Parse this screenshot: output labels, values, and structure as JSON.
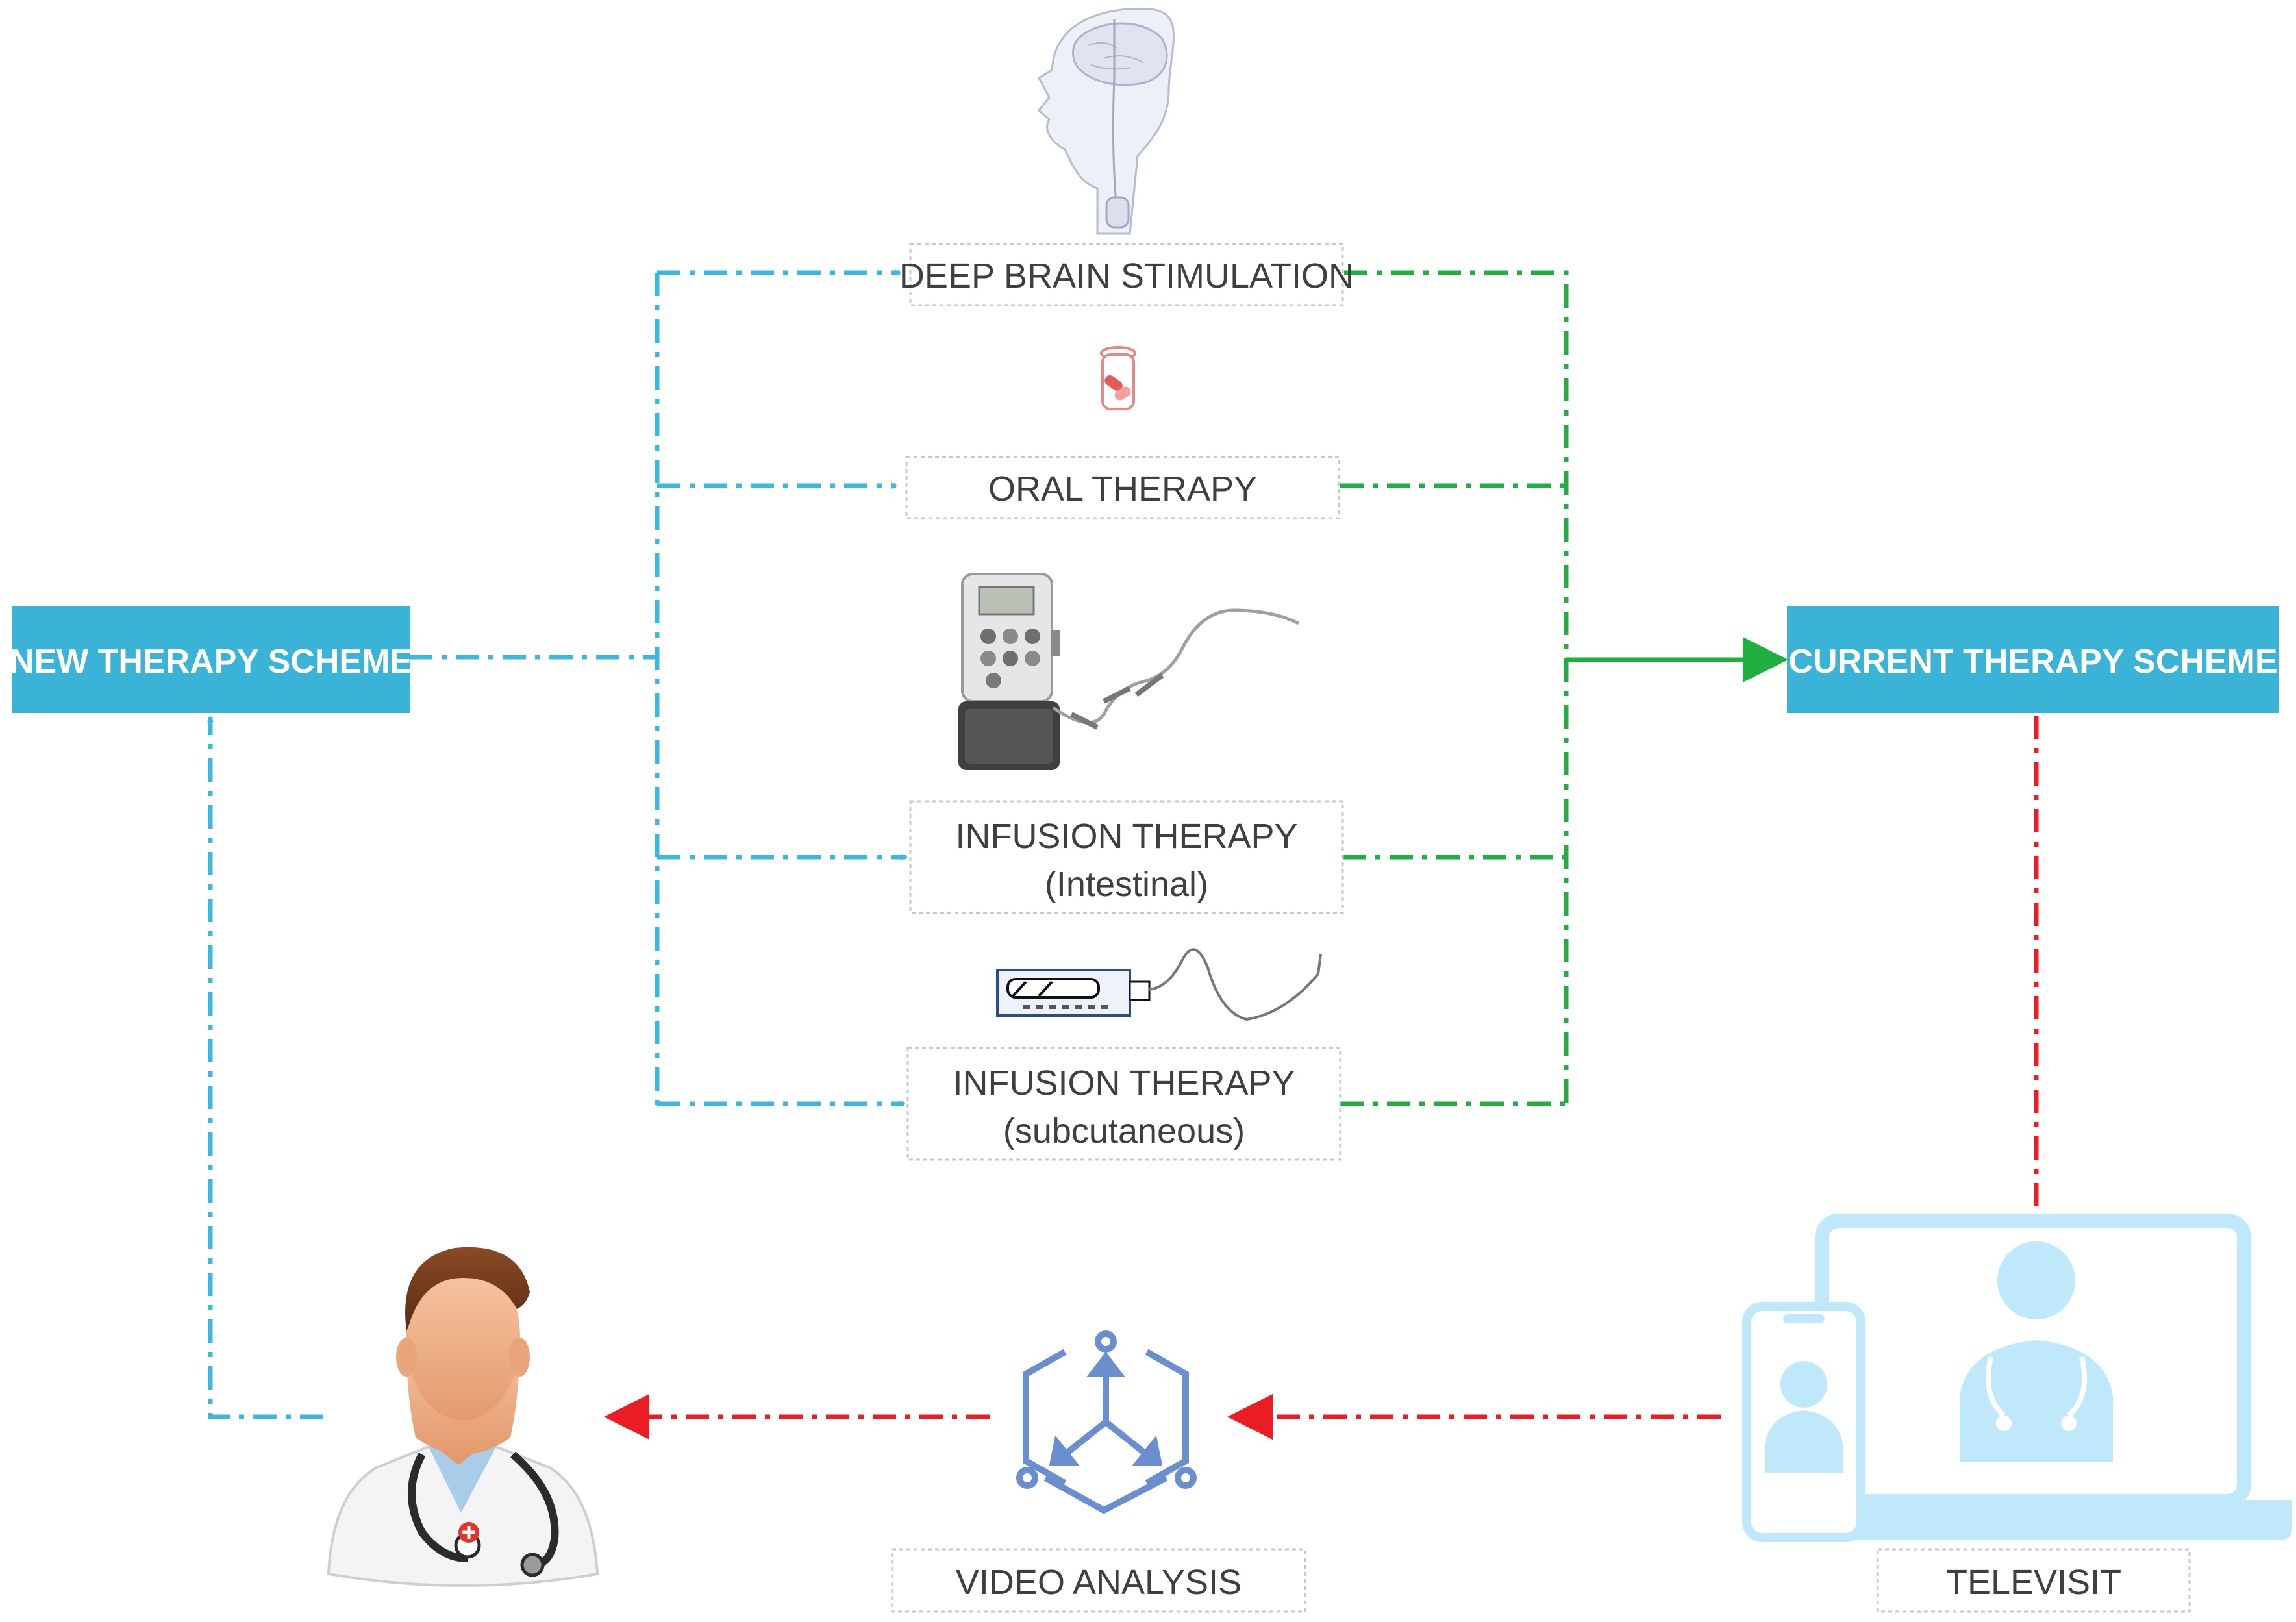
{
  "left_scheme": {
    "label": "NEW THERAPY SCHEME"
  },
  "right_scheme": {
    "label": "CURRENT THERAPY  SCHEME"
  },
  "therapies": [
    {
      "line1": "DEEP BRAIN STIMULATION",
      "line2": ""
    },
    {
      "line1": "ORAL THERAPY",
      "line2": ""
    },
    {
      "line1": "INFUSION THERAPY",
      "line2": "(Intestinal)"
    },
    {
      "line1": "INFUSION THERAPY",
      "line2": "(subcutaneous)"
    }
  ],
  "video_analysis": {
    "label": "VIDEO ANALYSIS"
  },
  "televisit": {
    "label": "TELEVISIT"
  },
  "colors": {
    "scheme_fill": "#3bb3d6",
    "blue_flow": "#3db7dc",
    "green_flow": "#1fae3f",
    "red_flow": "#ec1c24",
    "label_border": "#c8c8c8",
    "device_blue": "#bfe9fb",
    "hub_blue": "#6a8fcf"
  },
  "icons": [
    "brain-head-icon",
    "pill-jar-icon",
    "infusion-pump-icon",
    "subcutaneous-pump-icon",
    "doctor-icon",
    "video-analysis-hub-icon",
    "laptop-icon",
    "phone-icon"
  ]
}
